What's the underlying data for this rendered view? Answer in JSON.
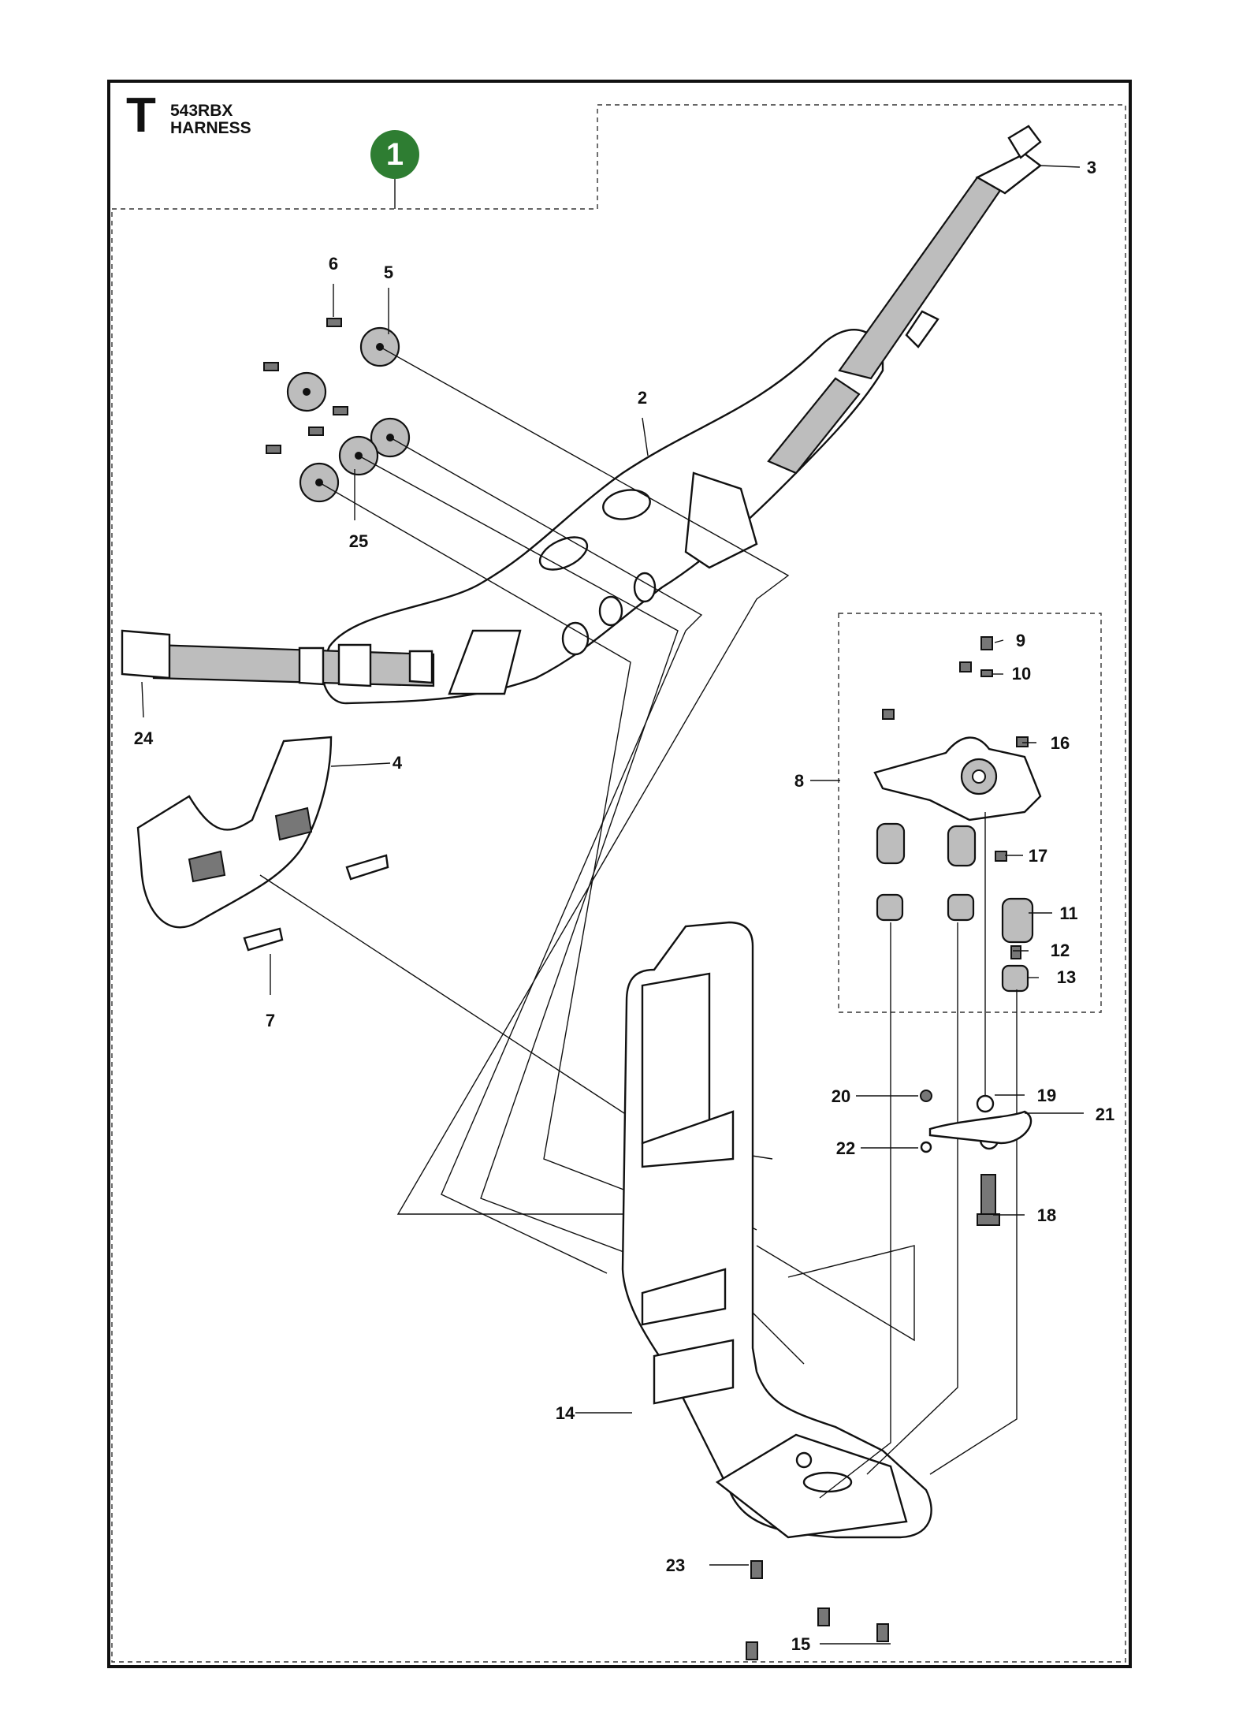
{
  "sheet": {
    "letter": "T",
    "model": "543RBX",
    "title": "HARNESS",
    "group_number": "1",
    "group_color": "#2e7d32"
  },
  "callouts": [
    "2",
    "3",
    "4",
    "5",
    "6",
    "7",
    "8",
    "9",
    "10",
    "11",
    "12",
    "13",
    "14",
    "15",
    "16",
    "17",
    "18",
    "19",
    "20",
    "21",
    "22",
    "23",
    "24",
    "25"
  ]
}
